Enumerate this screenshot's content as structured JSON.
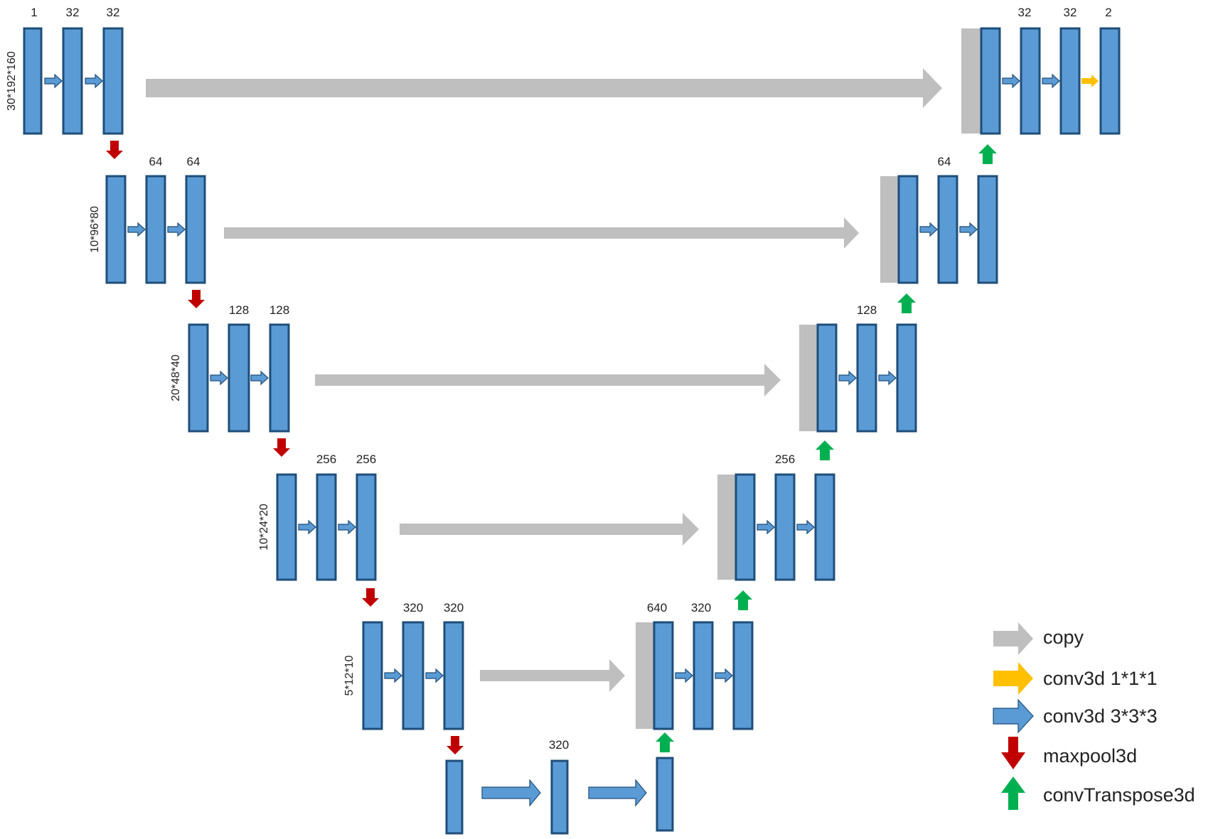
{
  "encoder": {
    "l1": {
      "dim": "30*192*160",
      "ch": [
        "1",
        "32",
        "32"
      ]
    },
    "l2": {
      "dim": "10*96*80",
      "ch": [
        "64",
        "64"
      ]
    },
    "l3": {
      "dim": "20*48*40",
      "ch": [
        "128",
        "128"
      ]
    },
    "l4": {
      "dim": "10*24*20",
      "ch": [
        "256",
        "256"
      ]
    },
    "l5": {
      "dim": "5*12*10",
      "ch": [
        "320",
        "320"
      ]
    }
  },
  "bottleneck": {
    "ch": "320"
  },
  "decoder": {
    "l5": {
      "ch": [
        "640",
        "320"
      ]
    },
    "l4": {
      "ch": "256"
    },
    "l3": {
      "ch": "128"
    },
    "l2": {
      "ch": "64"
    },
    "l1": {
      "ch": [
        "32",
        "32",
        "2"
      ]
    }
  },
  "legend": {
    "copy": "copy",
    "conv1": "conv3d 1*1*1",
    "conv3": "conv3d 3*3*3",
    "maxpool": "maxpool3d",
    "upconv": "convTranspose3d"
  },
  "colors": {
    "block": "#5b9bd5",
    "block_border": "#1f4e79",
    "copy": "#bfbfbf",
    "conv1": "#ffc000",
    "maxpool": "#c00000",
    "upconv": "#00b050"
  }
}
